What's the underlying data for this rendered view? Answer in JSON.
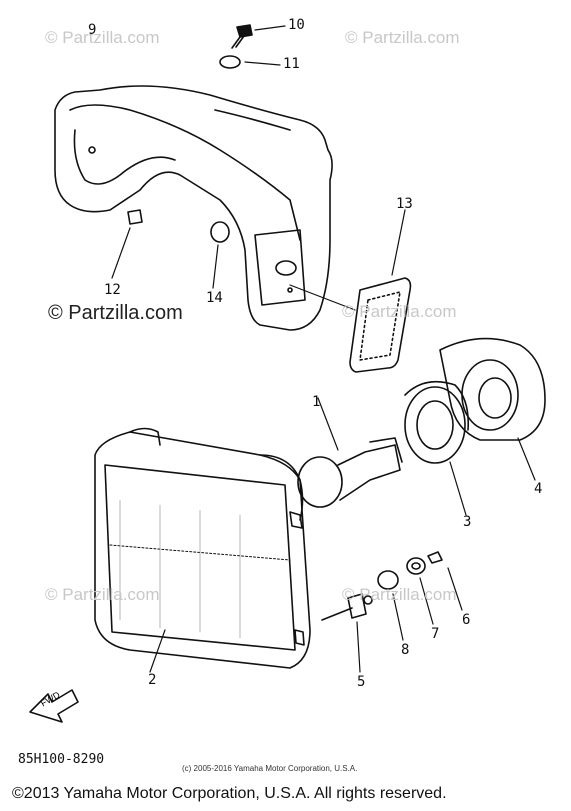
{
  "watermarks": {
    "faint": "© Partzilla.com",
    "dark": "© Partzilla.com"
  },
  "callouts": [
    "1",
    "2",
    "3",
    "4",
    "5",
    "6",
    "7",
    "8",
    "9",
    "10",
    "11",
    "12",
    "13",
    "14"
  ],
  "fwd_label": "FWD",
  "diagram_code": "85H100-8290",
  "copyright_small": "(c) 2005-2016 Yamaha Motor Corporation, U.S.A.",
  "copyright_main": "©2013 Yamaha Motor Corporation, U.S.A. All rights reserved."
}
